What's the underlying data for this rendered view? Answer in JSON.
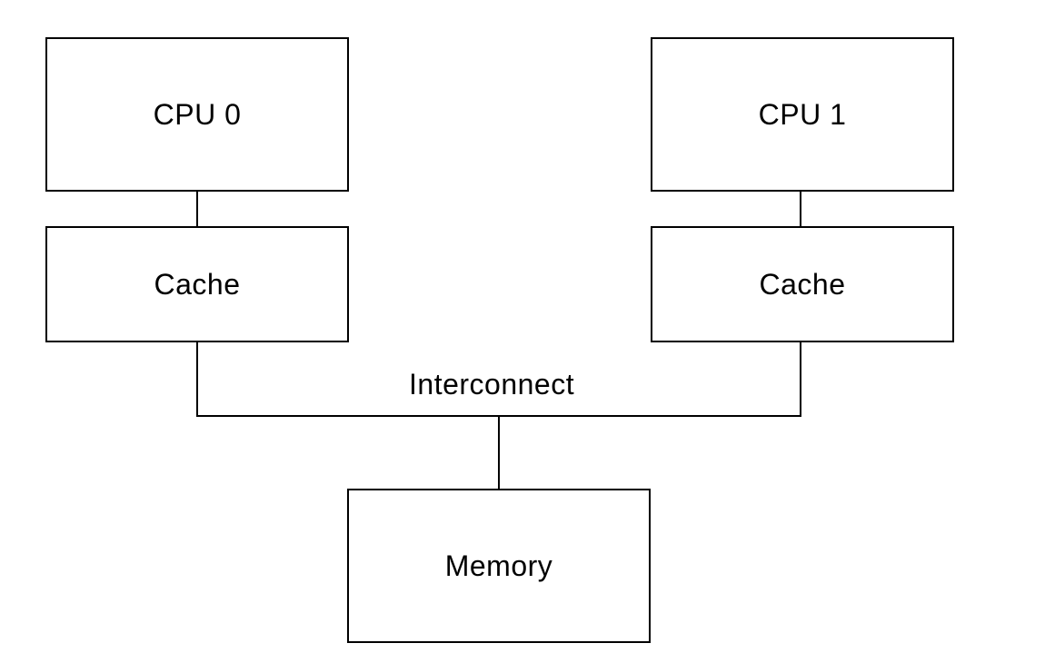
{
  "diagram": {
    "nodes": {
      "cpu0": {
        "label": "CPU 0"
      },
      "cache0": {
        "label": "Cache"
      },
      "cpu1": {
        "label": "CPU 1"
      },
      "cache1": {
        "label": "Cache"
      },
      "memory": {
        "label": "Memory"
      }
    },
    "bus": {
      "label": "Interconnect"
    },
    "edges": [
      {
        "from": "cpu0",
        "to": "cache0"
      },
      {
        "from": "cpu1",
        "to": "cache1"
      },
      {
        "from": "cache0",
        "to": "interconnect"
      },
      {
        "from": "cache1",
        "to": "interconnect"
      },
      {
        "from": "interconnect",
        "to": "memory"
      }
    ],
    "colors": {
      "stroke": "#000000",
      "background": "#ffffff",
      "text": "#000000"
    }
  }
}
